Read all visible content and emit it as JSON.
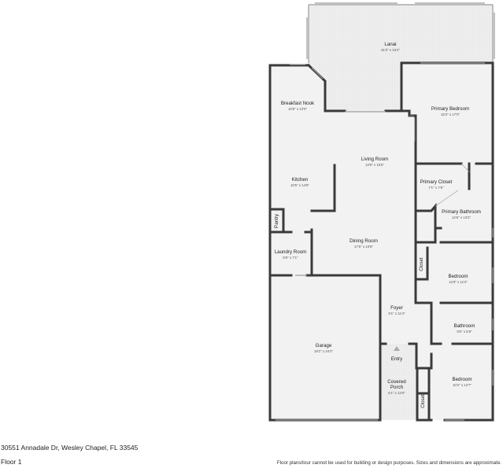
{
  "rooms": {
    "lanai": {
      "name": "Lanai",
      "dims": "31'0\" x 16'2\""
    },
    "breakfast_nook": {
      "name": "Breakfast Nook",
      "dims": "10'5\" x 13'0\""
    },
    "primary_bedroom": {
      "name": "Primary Bedroom",
      "dims": "15'3\" x 17'0\""
    },
    "living_room": {
      "name": "Living Room",
      "dims": "13'9\" x 16'5\""
    },
    "kitchen": {
      "name": "Kitchen",
      "dims": "10'5\" x 14'8\""
    },
    "primary_closet": {
      "name": "Primary Closet",
      "dims": "7'1\" x 7'5\""
    },
    "primary_bathroom": {
      "name": "Primary Bathroom",
      "dims": "12'6\" x 13'2\""
    },
    "pantry": {
      "name": "Pantry"
    },
    "laundry_room": {
      "name": "Laundry Room",
      "dims": "6'9\" x 7'1\""
    },
    "dining_room": {
      "name": "Dining Room",
      "dims": "17'5\" x 10'8\""
    },
    "closet_1": {
      "name": "Closet"
    },
    "bedroom_1": {
      "name": "Bedroom",
      "dims": "12'8\" x 11'2\""
    },
    "foyer": {
      "name": "Foyer",
      "dims": "6'1\" x 11'4\""
    },
    "bathroom": {
      "name": "Bathroom",
      "dims": "9'0\" x 5'9\""
    },
    "garage": {
      "name": "Garage",
      "dims": "18'2\" x 24'2\""
    },
    "entry": {
      "name": "Entry"
    },
    "covered_porch": {
      "name_line1": "Covered",
      "name_line2": "Porch",
      "dims": "6'1\" x 12'0\""
    },
    "bedroom_2": {
      "name": "Bedroom",
      "dims": "10'2\" x 12'7\""
    },
    "closet_2": {
      "name": "Closet"
    }
  },
  "footer": {
    "address": "30551 Annadale Dr, Wesley Chapel, FL 33545",
    "floor": "Floor 1",
    "disclaimer": "Floor plans/tour cannot be used for building or design purposes. Sizes and dimensions are approximate."
  }
}
